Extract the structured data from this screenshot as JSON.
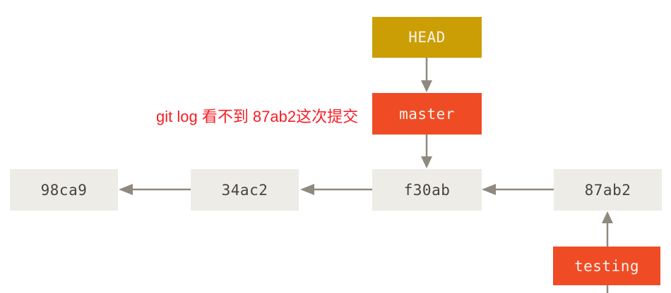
{
  "diagram": {
    "type": "git-commit-graph",
    "annotation": {
      "text": "git log 看不到 87ab2这次提交",
      "color": "#f81c24"
    },
    "pointers": [
      {
        "label": "HEAD",
        "kind": "head-pointer",
        "points_to": "master",
        "color": "#cc9e06"
      },
      {
        "label": "master",
        "kind": "branch",
        "points_to": "f30ab",
        "color": "#ef4c26"
      },
      {
        "label": "testing",
        "kind": "branch",
        "points_to": "87ab2",
        "color": "#ef4c26"
      }
    ],
    "commits": [
      {
        "id": "98ca9",
        "parent": null
      },
      {
        "id": "34ac2",
        "parent": "98ca9"
      },
      {
        "id": "f30ab",
        "parent": "34ac2"
      },
      {
        "id": "87ab2",
        "parent": "f30ab"
      }
    ],
    "colors": {
      "commit_box": "#edece7",
      "commit_text": "#49443b",
      "pointer_text": "#f5f3ec",
      "arrow": "#8f897f",
      "background": "#ffffff"
    }
  }
}
